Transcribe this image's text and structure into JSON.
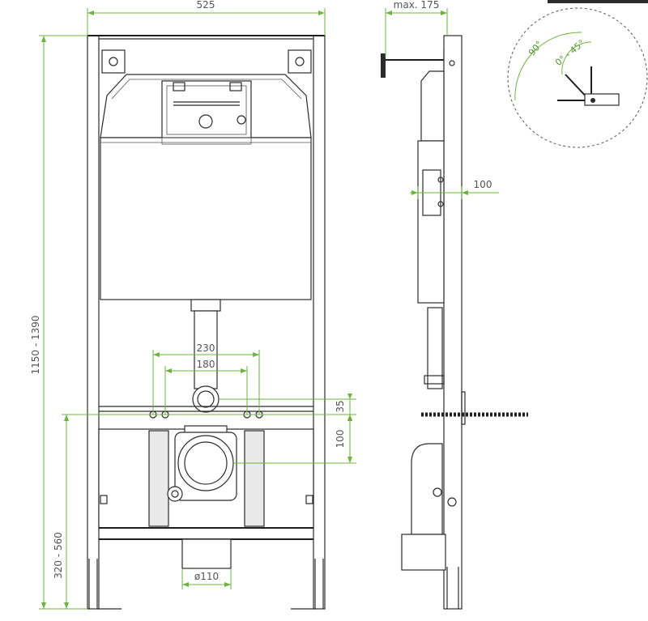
{
  "dimensions": {
    "width_total": "525",
    "depth_max": "max. 175",
    "height_range": "1150 - 1390",
    "lower_range": "320 - 560",
    "spacing_230": "230",
    "spacing_180": "180",
    "offset_35": "35",
    "offset_100_front": "100",
    "offset_100_side": "100",
    "pipe_diameter": "ø110"
  },
  "angles": {
    "full": "90°",
    "partial": "0° - 45°"
  },
  "colors": {
    "dimension_line": "#6db33f",
    "drawing_line": "#2b2b2b",
    "background": "#ffffff"
  }
}
